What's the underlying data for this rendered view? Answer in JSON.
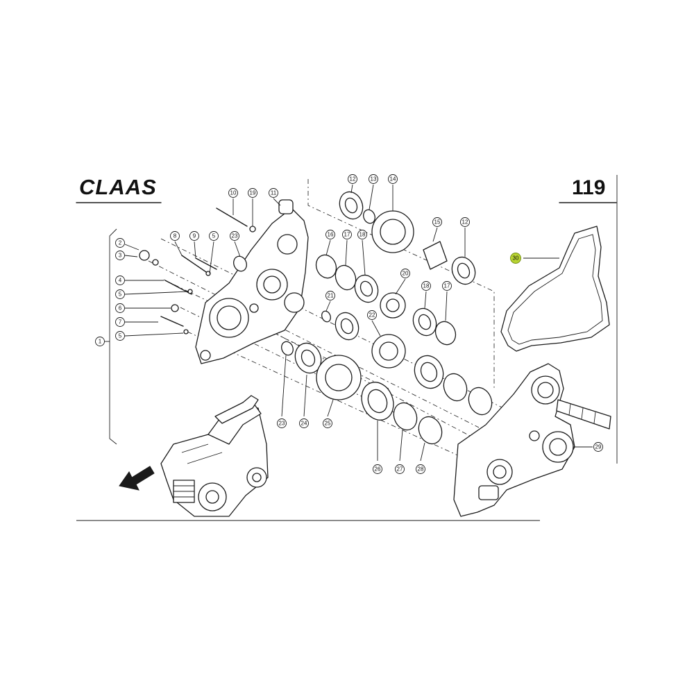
{
  "header": {
    "brand": "CLAAS",
    "page_number": "119"
  },
  "highlight_color": "#b8d432",
  "callouts": [
    {
      "id": "c1",
      "label": "1"
    },
    {
      "id": "c2",
      "label": "2"
    },
    {
      "id": "c3",
      "label": "3"
    },
    {
      "id": "c4",
      "label": "4"
    },
    {
      "id": "c5a",
      "label": "5"
    },
    {
      "id": "c5b",
      "label": "5"
    },
    {
      "id": "c5c",
      "label": "5"
    },
    {
      "id": "c6",
      "label": "6"
    },
    {
      "id": "c7",
      "label": "7"
    },
    {
      "id": "c8",
      "label": "8"
    },
    {
      "id": "c9",
      "label": "9"
    },
    {
      "id": "c10",
      "label": "10"
    },
    {
      "id": "c11",
      "label": "11"
    },
    {
      "id": "c12a",
      "label": "12"
    },
    {
      "id": "c12b",
      "label": "12"
    },
    {
      "id": "c13",
      "label": "13"
    },
    {
      "id": "c14",
      "label": "14"
    },
    {
      "id": "c15",
      "label": "15"
    },
    {
      "id": "c16",
      "label": "16"
    },
    {
      "id": "c17a",
      "label": "17"
    },
    {
      "id": "c17b",
      "label": "17"
    },
    {
      "id": "c18a",
      "label": "18"
    },
    {
      "id": "c18b",
      "label": "18"
    },
    {
      "id": "c19",
      "label": "19"
    },
    {
      "id": "c20",
      "label": "20"
    },
    {
      "id": "c21",
      "label": "21"
    },
    {
      "id": "c22",
      "label": "22"
    },
    {
      "id": "c23a",
      "label": "23"
    },
    {
      "id": "c23b",
      "label": "23"
    },
    {
      "id": "c24",
      "label": "24"
    },
    {
      "id": "c25",
      "label": "25"
    },
    {
      "id": "c26",
      "label": "26"
    },
    {
      "id": "c27",
      "label": "27"
    },
    {
      "id": "c28",
      "label": "28"
    },
    {
      "id": "c29",
      "label": "29"
    },
    {
      "id": "c30",
      "label": "30",
      "highlighted": true
    }
  ],
  "icons": {
    "direction_arrow": "arrow-down-left-icon",
    "machine": "forage-harvester-icon"
  }
}
